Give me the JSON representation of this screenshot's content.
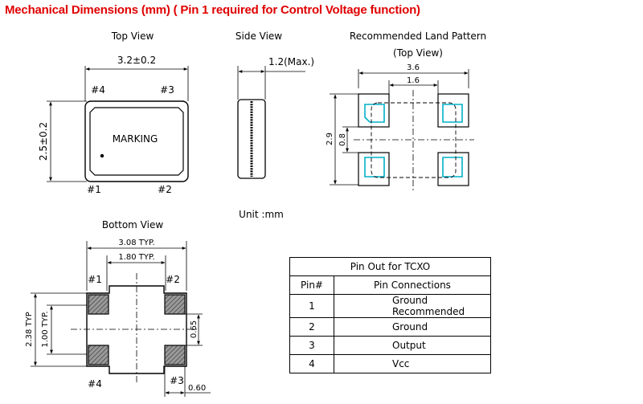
{
  "heading": "Mechanical Dimensions (mm) ( Pin 1 required for Control Voltage function)",
  "top_view": {
    "title": "Top View",
    "width_dim": "3.2±0.2",
    "height_dim": "2.5±0.2",
    "marking": "MARKING",
    "pins": [
      "#1",
      "#2",
      "#3",
      "#4"
    ]
  },
  "side_view": {
    "title": "Side View",
    "height_dim": "1.2(Max.)"
  },
  "land_pattern": {
    "title": "Recommended Land Pattern",
    "subtitle": "(Top View)",
    "dims": [
      "3.6",
      "1.6",
      "2.9",
      "0.8"
    ]
  },
  "unit_note": "Unit :mm",
  "bottom_view": {
    "title": "Bottom View",
    "dims": [
      "3.08 TYP.",
      "1.80 TYP.",
      "2.38 TYP",
      "1.00 TYP.",
      "0.65",
      "0.60"
    ],
    "pins": [
      "#1",
      "#2",
      "#3",
      "#4"
    ]
  },
  "pin_table": {
    "title": "Pin Out for TCXO",
    "col_pin": "Pin#",
    "col_conn": "Pin Connections",
    "rows": [
      {
        "pin": "1",
        "connection": "Ground Recommended"
      },
      {
        "pin": "2",
        "connection": "Ground"
      },
      {
        "pin": "3",
        "connection": "Output"
      },
      {
        "pin": "4",
        "connection": "Vcc"
      }
    ]
  },
  "colors": {
    "heading": "#e00000",
    "land_pad": "#00b0c8",
    "pad_fill": "#666666"
  }
}
